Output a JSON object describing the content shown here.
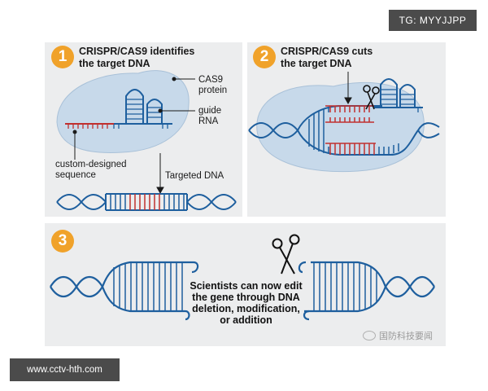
{
  "overlay": {
    "tg_badge": "TG: MYYJJPP",
    "url_badge": "www.cctv-hth.com",
    "watermark": "国防科技要闻"
  },
  "colors": {
    "badge": "#f0a22a",
    "panel": "#ecedee",
    "protein": "#c7d9ea",
    "dna": "#1e5f9e",
    "target": "#c0302f"
  },
  "steps": [
    {
      "number": "1",
      "title": "CRISPR/CAS9 identifies\nthe target DNA",
      "labels": {
        "cas9": "CAS9\nprotein",
        "guide": "guide\nRNA",
        "custom": "custom-designed\nsequence",
        "targeted": "Targeted DNA"
      }
    },
    {
      "number": "2",
      "title": "CRISPR/CAS9 cuts\nthe target DNA"
    },
    {
      "number": "3",
      "center_text": "Scientists can now edit\nthe gene through DNA\ndeletion, modification,\nor addition"
    }
  ]
}
